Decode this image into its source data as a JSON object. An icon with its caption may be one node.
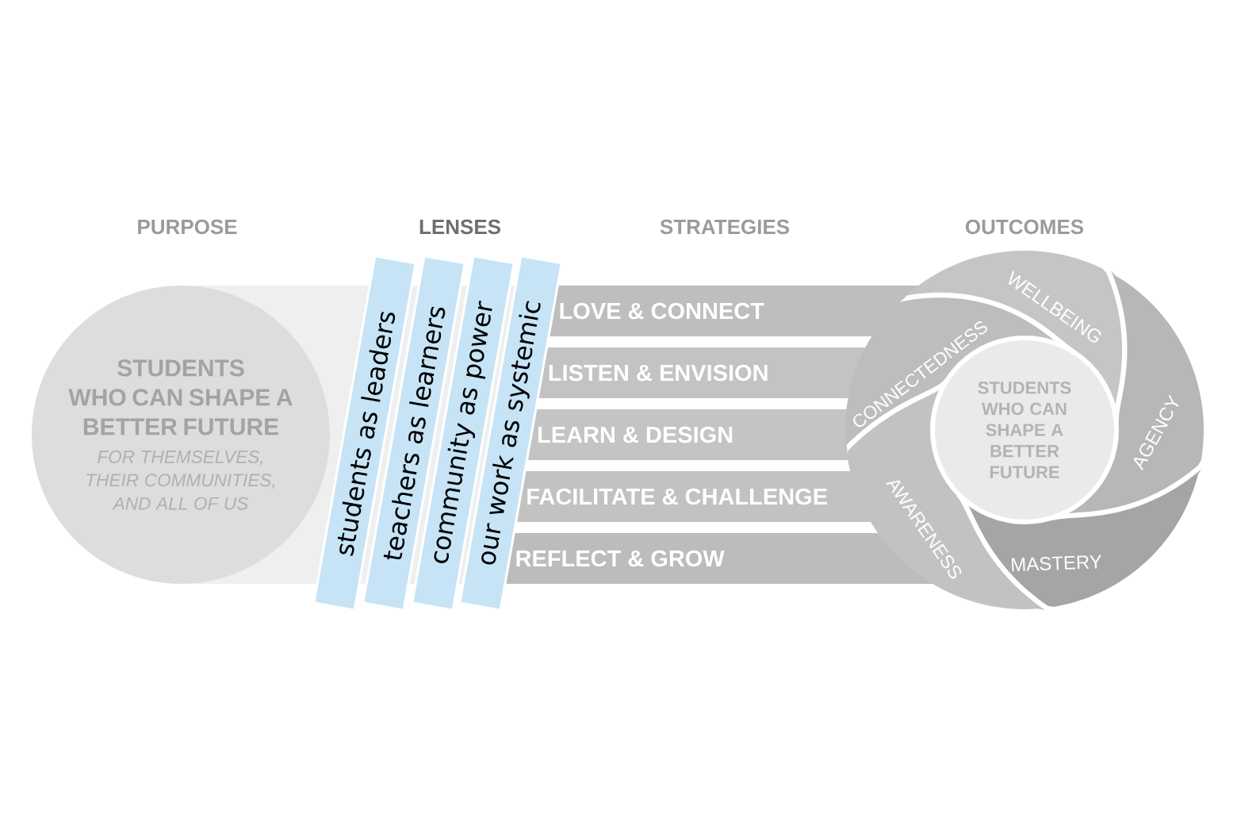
{
  "diagram": {
    "nodes": [
      {
        "text": [
          "STUDENTS WHO CAN SHAPE A BETTER FUTURE",
          "FOR THEMSELVES, THEIR COMMUNITIES, AND ALL OF US"
        ]
      },
      {
        "text": [
          "students as leaders"
        ]
      },
      {
        "text": [
          "teachers as learners"
        ]
      },
      {
        "text": [
          "community as power"
        ]
      },
      {
        "text": [
          "our work as systemic"
        ]
      },
      {
        "text": [
          "LOVE & CONNECT"
        ]
      },
      {
        "text": [
          "LISTEN & ENVISION"
        ]
      },
      {
        "text": [
          "LEARN & DESIGN"
        ]
      },
      {
        "text": [
          "FACILITATE & CHALLENGE"
        ]
      },
      {
        "text": [
          "REFLECT & GROW"
        ]
      },
      {
        "text": [
          "CONNECTEDNESS"
        ]
      },
      {
        "text": [
          "WELLBEING"
        ]
      },
      {
        "text": [
          "AGENCY"
        ]
      },
      {
        "text": [
          "MASTERY"
        ]
      },
      {
        "text": [
          "AWARENESS"
        ]
      },
      {
        "text": [
          "STUDENTS WHO CAN SHAPE A BETTER FUTURE"
        ]
      }
    ],
    "labels": [
      "PURPOSE",
      "LENSES",
      "STRATEGIES",
      "OUTCOMES"
    ]
  }
}
